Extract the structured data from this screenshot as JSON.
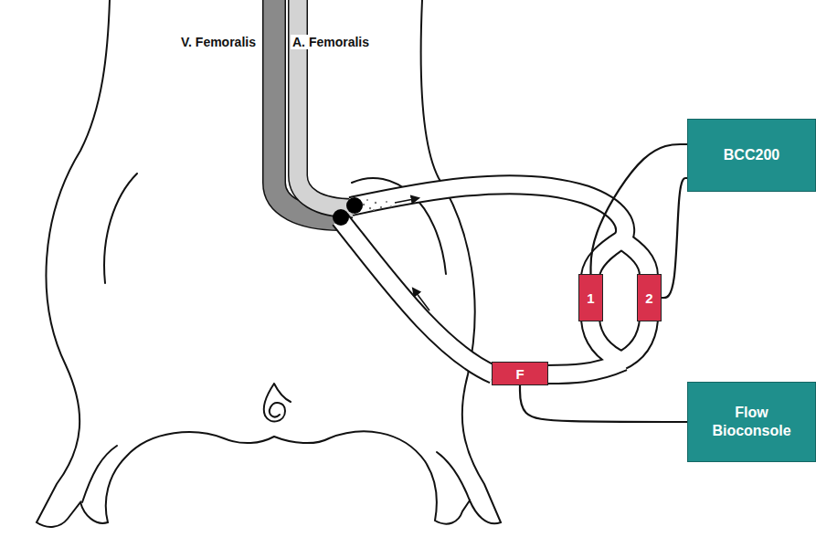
{
  "diagram": {
    "nodes": [
      {
        "text": [
          "BCC200"
        ]
      },
      {
        "text": [
          "1"
        ]
      },
      {
        "text": [
          "2"
        ]
      },
      {
        "text": [
          "F"
        ]
      },
      {
        "text": [
          "Flow Bioconsole"
        ]
      }
    ],
    "edges": [
      {
        "from": 1,
        "to": 0,
        "arrow": "none"
      },
      {
        "from": 2,
        "to": 0,
        "arrow": "none"
      },
      {
        "from": 3,
        "to": 4,
        "arrow": "none"
      }
    ],
    "labels": [
      "V. Femoralis",
      "A. Femoralis"
    ]
  }
}
